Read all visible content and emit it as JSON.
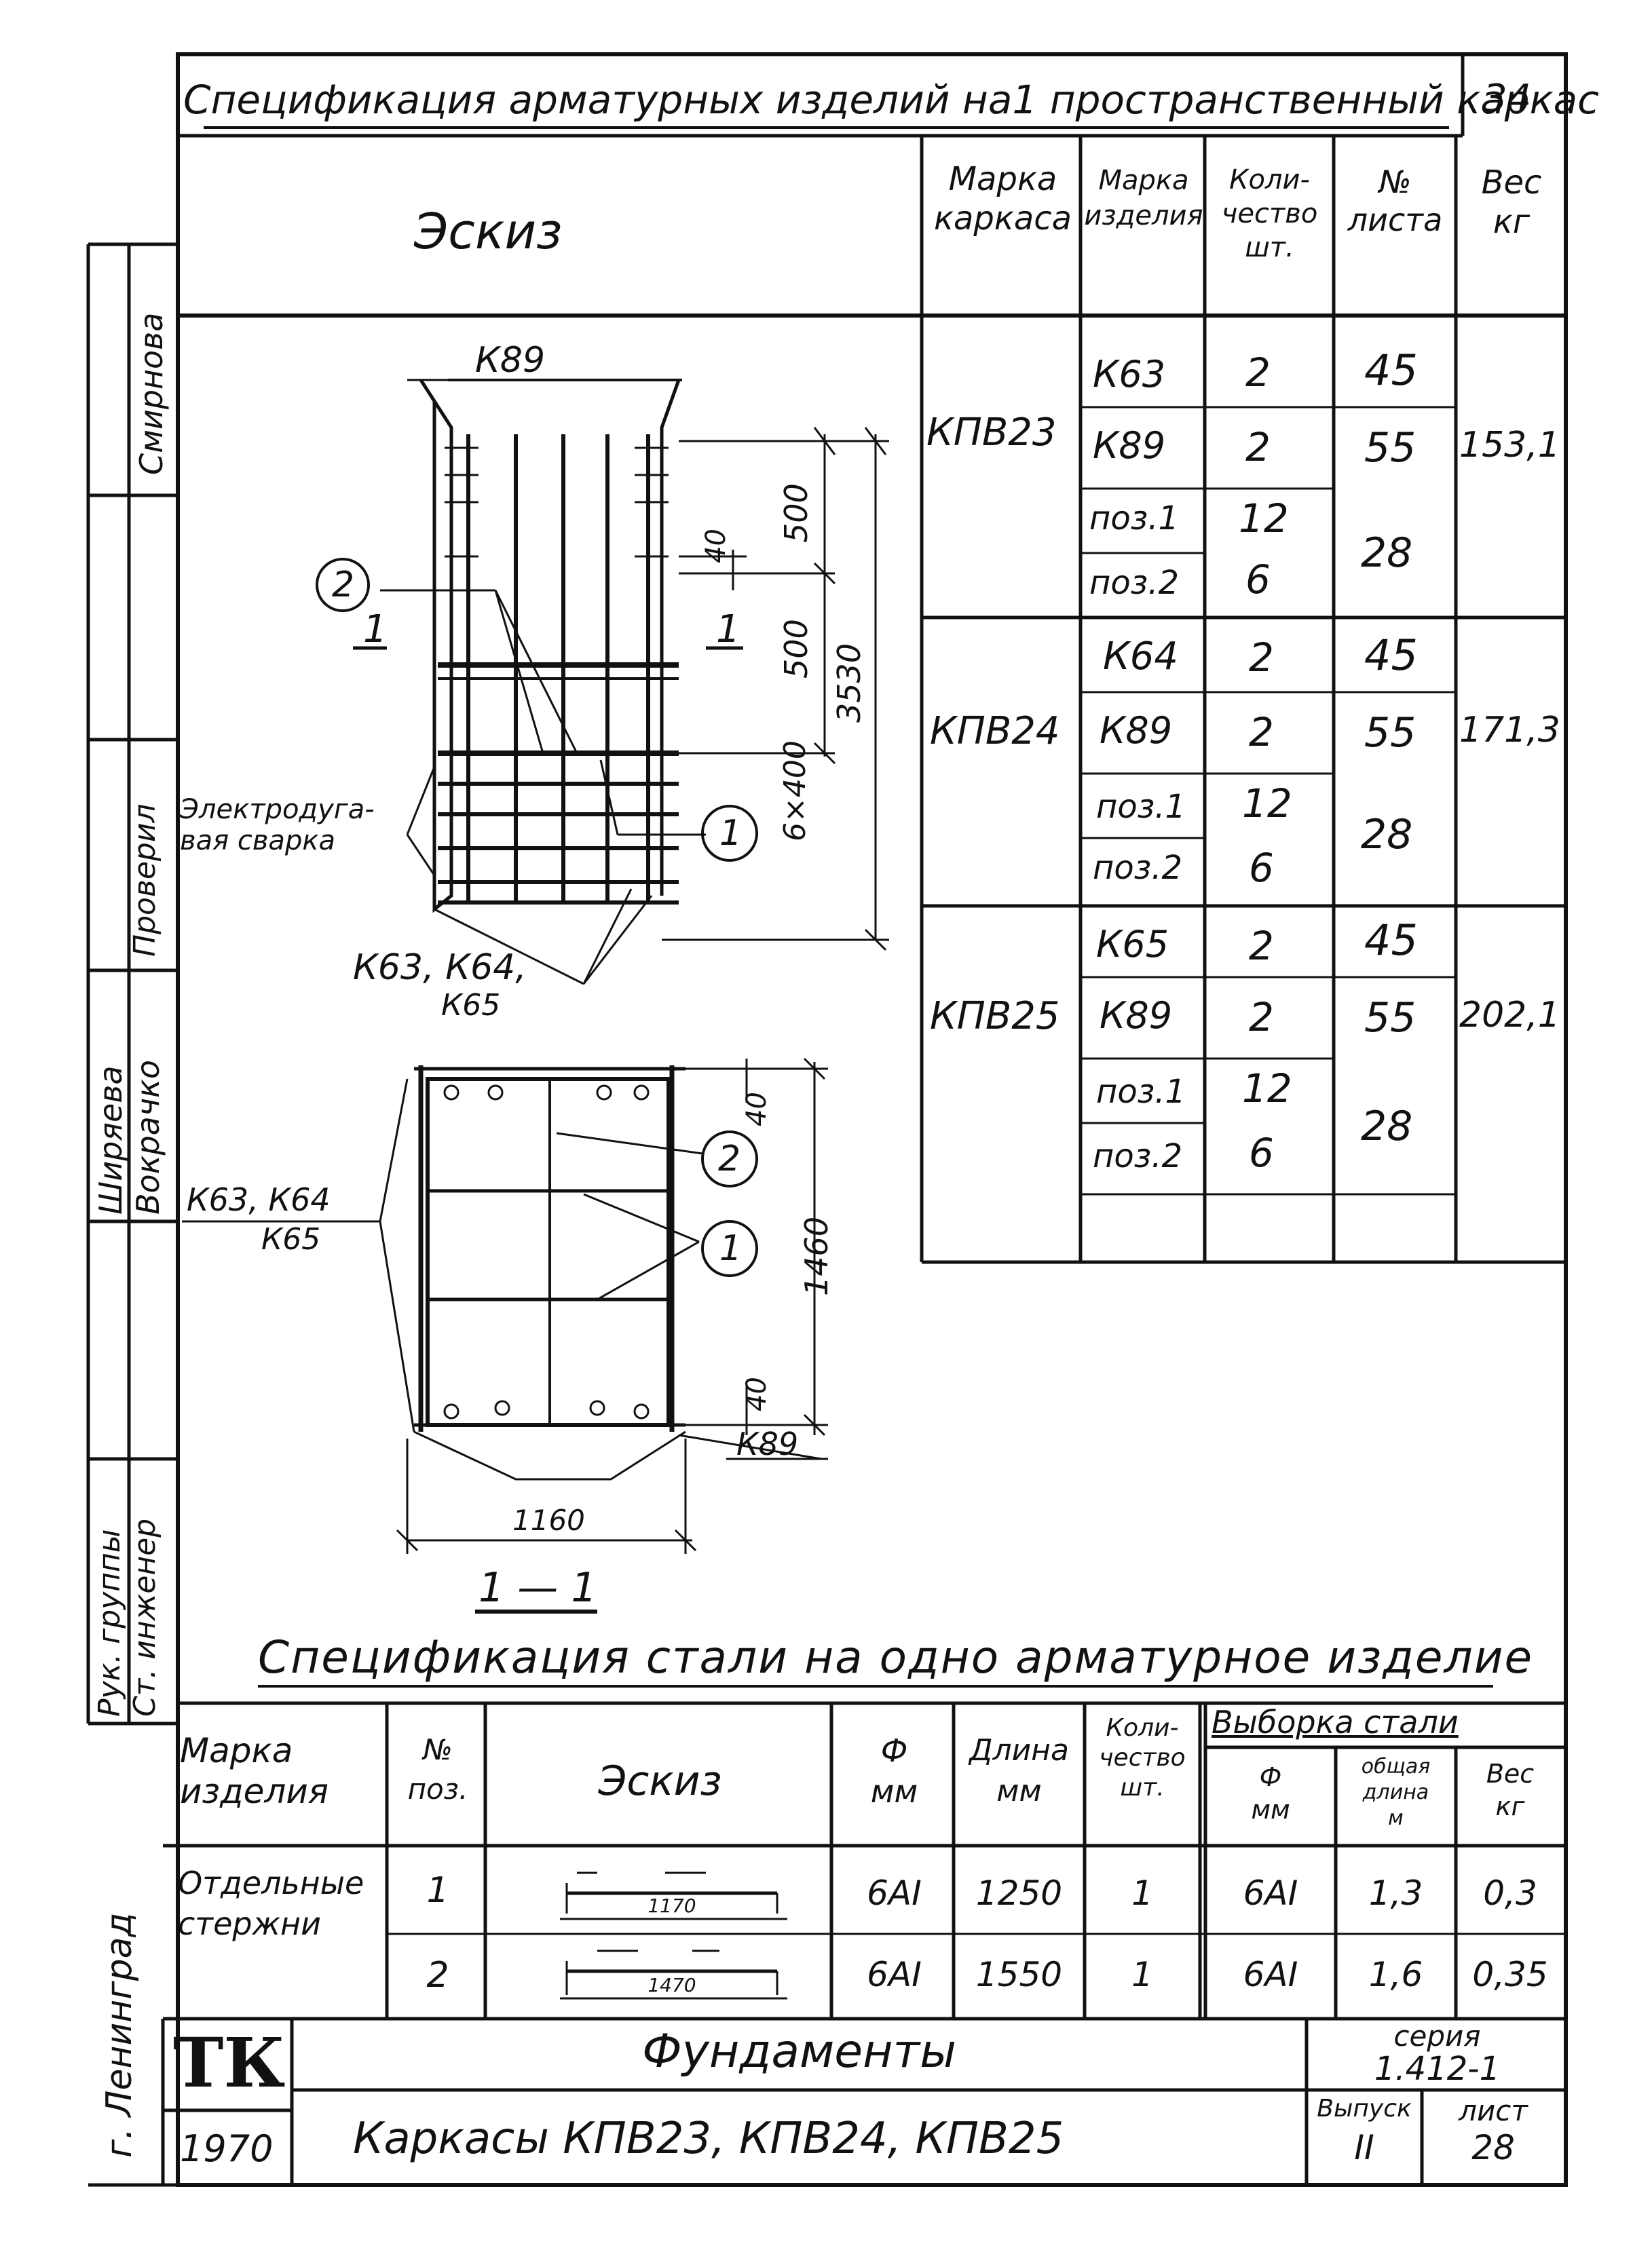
{
  "header": {
    "title": "Спецификация арматурных изделий на1 пространственный каркас",
    "page": "34"
  },
  "frame_table": {
    "headers": {
      "sketch": "Эскиз",
      "frame_mark": [
        "Марка",
        "каркаса"
      ],
      "item_mark": [
        "Марка",
        "изделия"
      ],
      "quantity": [
        "Коли-",
        "чество",
        "шт."
      ],
      "sheet_no": [
        "№",
        "листа"
      ],
      "weight": [
        "Вес",
        "кг"
      ]
    },
    "groups": [
      {
        "frame": "КПВ23",
        "weight": "153,1",
        "rows": [
          {
            "item": "К63",
            "qty": "2",
            "sheet": "45"
          },
          {
            "item": "К89",
            "qty": "2",
            "sheet": "55"
          },
          {
            "item": "поз.1",
            "qty": "12",
            "sheet": "28"
          },
          {
            "item": "поз.2",
            "qty": "6",
            "sheet": ""
          }
        ]
      },
      {
        "frame": "КПВ24",
        "weight": "171,3",
        "rows": [
          {
            "item": "К64",
            "qty": "2",
            "sheet": "45"
          },
          {
            "item": "К89",
            "qty": "2",
            "sheet": "55"
          },
          {
            "item": "поз.1",
            "qty": "12",
            "sheet": "28"
          },
          {
            "item": "поз.2",
            "qty": "6",
            "sheet": ""
          }
        ]
      },
      {
        "frame": "КПВ25",
        "weight": "202,1",
        "rows": [
          {
            "item": "К65",
            "qty": "2",
            "sheet": "45"
          },
          {
            "item": "К89",
            "qty": "2",
            "sheet": "55"
          },
          {
            "item": "поз.1",
            "qty": "12",
            "sheet": "28"
          },
          {
            "item": "поз.2",
            "qty": "6",
            "sheet": ""
          }
        ]
      }
    ]
  },
  "drawing": {
    "k89_top": "К89",
    "callout_2": "2",
    "callout_1": "1",
    "section_mark": "1",
    "dim_40": "40",
    "dim_500a": "500",
    "dim_500b": "500",
    "dim_3530": "3530",
    "dim_6x400": "6×400",
    "weld_label": [
      "Электродуга-",
      "вая сварка"
    ],
    "frames_label": "К63, К64,",
    "frames_label2": "К65",
    "sec_frames_label": "К63, К64",
    "sec_frames_label2": "К65",
    "sec_dim_40a": "40",
    "sec_dim_1460": "1460",
    "sec_dim_40b": "40",
    "sec_k89": "К89",
    "sec_width": "1160",
    "section_title": "1 — 1"
  },
  "steel_spec": {
    "title": "Спецификация стали на одно арматурное изделие",
    "headers": {
      "item_mark": [
        "Марка",
        "изделия"
      ],
      "pos": [
        "№",
        "поз."
      ],
      "sketch": "Эскиз",
      "diam": [
        "Ф",
        "мм"
      ],
      "length": [
        "Длина",
        "мм"
      ],
      "qty": [
        "Коли-",
        "чество",
        "шт."
      ],
      "selection": "Выборка  стали",
      "sel_diam": [
        "Ф",
        "мм"
      ],
      "sel_total": [
        "общая",
        "длина",
        "м"
      ],
      "sel_weight": [
        "Вес",
        "кг"
      ]
    },
    "group_label": [
      "Отдельные",
      "стержни"
    ],
    "rows": [
      {
        "pos": "1",
        "sketch_len": "1170",
        "diam": "6АI",
        "length": "1250",
        "qty": "1",
        "sel_diam": "6АI",
        "total": "1,3",
        "weight": "0,3"
      },
      {
        "pos": "2",
        "sketch_len": "1470",
        "diam": "6АI",
        "length": "1550",
        "qty": "1",
        "sel_diam": "6АI",
        "total": "1,6",
        "weight": "0,35"
      }
    ]
  },
  "sidebar": {
    "roles": [
      "Рук. группы",
      "Ст. инженер",
      "Проверил"
    ],
    "names": [
      "Смирнова",
      "Ширяева",
      "Вокрачко"
    ],
    "city": "г. Ленинград"
  },
  "title_block": {
    "org": "ТК",
    "year": "1970",
    "subject": "Фундаменты",
    "sheet_title": "Каркасы КПВ23, КПВ24, КПВ25",
    "series_label": "серия",
    "series": "1.412-1",
    "issue_label": "Выпуск",
    "issue": "II",
    "sheet_label": "лист",
    "sheet": "28"
  }
}
